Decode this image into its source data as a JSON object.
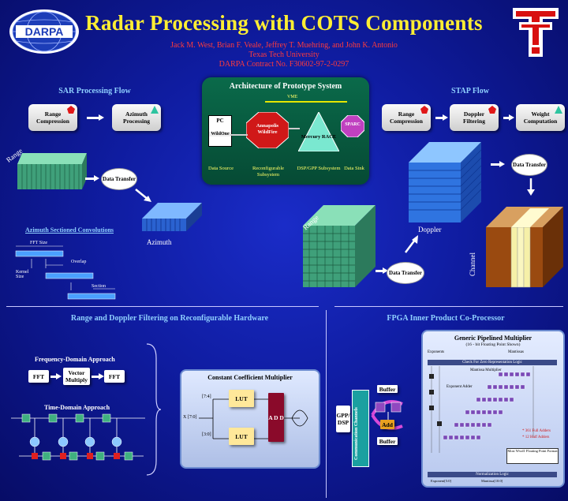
{
  "header": {
    "title": "Radar Processing with COTS Components",
    "authors": "Jack M. West, Brian F. Veale, Jeffrey T. Muehring, and John K. Antonio",
    "affiliation": "Texas Tech University",
    "contract": "DARPA Contract No. F30602-97-2-0297",
    "left_logo": "DARPA",
    "right_logo": "TT"
  },
  "sar": {
    "heading": "SAR Processing Flow",
    "box1": "Range Compression",
    "box2": "Azimuth Processing",
    "range_label": "Range",
    "data_transfer": "Data Transfer",
    "azimuth_label": "Azimuth",
    "conv_heading": "Azimuth Sectioned Convolutions",
    "fft_size": "FFT Size",
    "overlap": "Overlap",
    "kernel_size": "Kernel Size",
    "section": "Section"
  },
  "arch": {
    "heading": "Architecture of Prototype System",
    "vme": "VME",
    "pc": "PC",
    "wildone": "WildOne",
    "annapolis": "Annapolis WildFire",
    "mercury": "Mercury RACE",
    "sparc": "SPARC",
    "data_source": "Data Source",
    "reconfig": "Reconfigurable Subsystem",
    "dsp": "DSP/GPP Subsystem",
    "data_sink": "Data Sink"
  },
  "stap": {
    "heading": "STAP Flow",
    "box1": "Range Compression",
    "box2": "Doppler Filtering",
    "box3": "Weight Computation",
    "data_transfer_top": "Data Transfer",
    "data_transfer_bottom": "Data Transfer",
    "range_label": "Range",
    "doppler_label": "Doppler",
    "channel_label": "Channel"
  },
  "filtering": {
    "heading": "Range and Doppler Filtering on Reconfigurable Hardware",
    "freq_heading": "Frequency-Domain Approach",
    "fft1": "FFT",
    "vm": "Vector Multiply",
    "fft2": "FFT",
    "time_heading": "Time-Domain Approach",
    "ccm_title": "Constant Coefficient Multiplier",
    "in_top": "[7:4]",
    "in_label": "X [7:0]",
    "in_bottom": "[3:0]",
    "lut": "LUT",
    "add": "A D D"
  },
  "fpga": {
    "heading": "FPGA Inner Product Co-Processor",
    "buffer_top": "Buffer",
    "buffer_bottom": "Buffer",
    "gpp": "GPP/ DSP",
    "comm": "Communication Channels",
    "add": "Add",
    "gpm_title": "Generic Pipelined Multiplier",
    "gpm_sub": "(16 - bit Floating Point Shown)",
    "exponents": "Exponents",
    "mantissas": "Mantissas",
    "zero_check": "Check For Zero Representation Logic",
    "mantissa_multiplier": "Mantissa Multiplier",
    "exponent_adder": "Exponent Adder",
    "norm": "Normalization Logic",
    "exp_out": "Exponent[5:0]",
    "man_out": "Mantissa[10:0]",
    "full_adders": "* 361 Full Adders",
    "half_adders": "* 12 Half Adders",
    "fp_format": "Most Wwd1 Floating Point Format"
  },
  "colors": {
    "title": "#ffee33",
    "authors": "#ff3b3b",
    "heading": "#8fd0ff",
    "background": "#0f1ca0"
  }
}
